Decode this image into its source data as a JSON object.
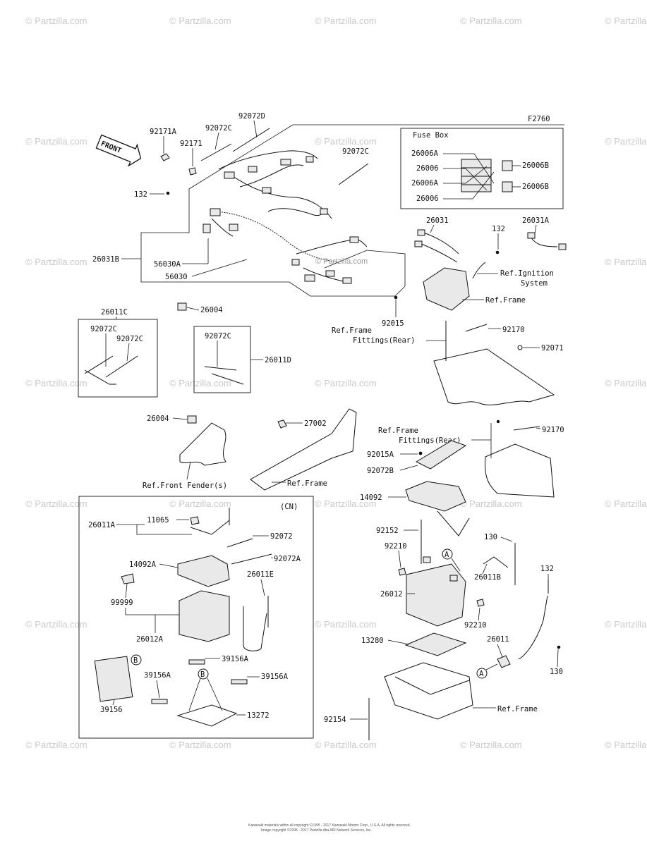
{
  "watermark": "© Partzilla.com",
  "figure_code": "F2760",
  "front_label": "FRONT",
  "center_watermark": "© Partzilla.com",
  "fuse_box": {
    "title": "Fuse Box",
    "labels": [
      "26006A",
      "26006",
      "26006A",
      "26006",
      "26006B",
      "26006B"
    ]
  },
  "cn_label": "(CN)",
  "circle_a": "A",
  "circle_b": "B",
  "labels": {
    "p92072D": "92072D",
    "p92072C_top": "92072C",
    "p92171A": "92171A",
    "p92171": "92171",
    "p92072C_mid": "92072C",
    "p132_top": "132",
    "p26031B": "26031B",
    "p56030A": "56030A",
    "p56030": "56030",
    "p26004_top": "26004",
    "p26031": "26031",
    "p132_right": "132",
    "p26031A": "26031A",
    "ref_ignition": "Ref.Ignition",
    "ref_system": "System",
    "ref_frame_1": "Ref.Frame",
    "p92015": "92015",
    "ref_frame_fit_1": "Ref.Frame",
    "ref_fittings_1": "Fittings(Rear)",
    "p92170_a": "92170",
    "p92071": "92071",
    "p26011C": "26011C",
    "p92072C_l1": "92072C",
    "p92072C_l2": "92072C",
    "p92072C_box": "92072C",
    "p26011D": "26011D",
    "p26004_mid": "26004",
    "ref_front_fender": "Ref.Front Fender(s)",
    "p27002": "27002",
    "ref_frame_2": "Ref.Frame",
    "ref_frame_fit_2": "Ref.Frame",
    "ref_fittings_2": "Fittings(Rear)",
    "p92170_b": "92170",
    "p92015A": "92015A",
    "p92072B": "92072B",
    "p14092": "14092",
    "p92152": "92152",
    "p130_a": "130",
    "p92210_a": "92210",
    "p26011B": "26011B",
    "p26012": "26012",
    "p92210_b": "92210",
    "p132_b": "132",
    "p13280": "13280",
    "p26011": "26011",
    "p130_b": "130",
    "ref_frame_3": "Ref.Frame",
    "p92154": "92154",
    "p26011A": "26011A",
    "p11065": "11065",
    "p92072": "92072",
    "p92072A": "92072A",
    "p14092A": "14092A",
    "p26011E": "26011E",
    "p99999": "99999",
    "p26012A": "26012A",
    "p39156A_1": "39156A",
    "p39156A_2": "39156A",
    "p39156A_3": "39156A",
    "p39156": "39156",
    "p13272": "13272"
  },
  "copyright_line1": "Kawasaki materials within all copyright ©1995 - 2017 Kawasaki Motors Corp., U.S.A. All rights reserved.",
  "copyright_line2": "Image copyright ©1995 - 2017 Partzilla dba ARI Network Services, Inc."
}
